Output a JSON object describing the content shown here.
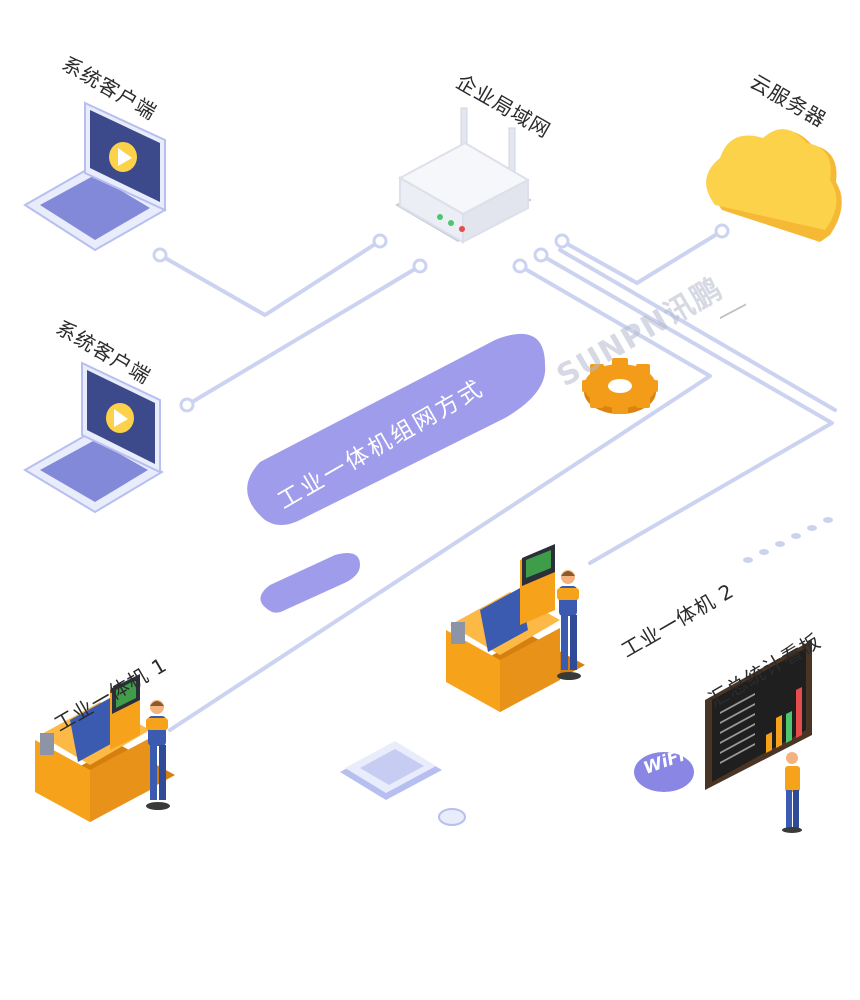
{
  "diagram": {
    "title": "工业一体机组网方式",
    "watermark": "SUNPN讯鹏",
    "wifi_badge": "WiFi",
    "nodes": {
      "client_top": "系统客户端",
      "client_bottom": "系统客户端",
      "router": "企业局域网",
      "cloud": "云服务器",
      "machine_1": "工业一体机 1",
      "machine_2": "工业一体机 2",
      "dashboard": "汇总统计看板"
    },
    "colors": {
      "line": "#cbd3f1",
      "pill": "#9f9cec",
      "machine": "#f7a21b",
      "laptop_screen": "#3c4a8c",
      "cloud": "#fbd24a",
      "gear": "#f39c19",
      "worker": "#3b5bb0"
    }
  }
}
